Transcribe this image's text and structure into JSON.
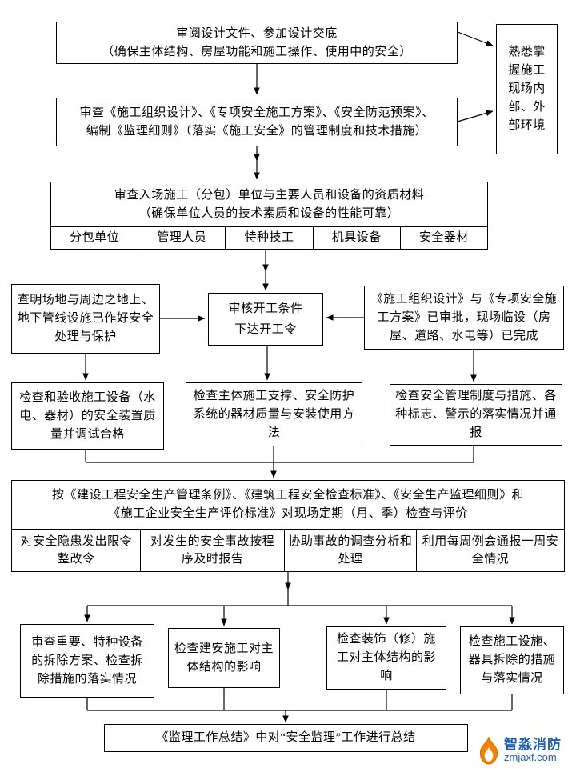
{
  "colors": {
    "line": "#000000",
    "brand_blue": "#1b5fb5",
    "brand_orange": "#f08300"
  },
  "nodes": {
    "review_design": {
      "line1": "审阅设计文件、参加设计交底",
      "line2": "（确保主体结构、房屋功能和施工操作、使用中的安全）"
    },
    "familiarize": {
      "text": "熟悉掌握施工现场内部、外部环境"
    },
    "review_plans": {
      "line1": "审查《施工组织设计》、《专项安全施工方案》、《安全防范预案》、",
      "line2": "编制《监理细则》（落实《施工安全》的管理制度和技术措施）"
    },
    "review_qualifications": {
      "line1": "审查入场施工（分包）单位与主要人员和设备的资质材料",
      "line2": "（确保单位人员的技术素质和设备的性能可靠）",
      "cells": [
        "分包单位",
        "管理人员",
        "特种技工",
        "机具设备",
        "安全器材"
      ]
    },
    "verify_site": {
      "text": "查明场地与周边之地上、地下管线设施已作好安全处理与保护"
    },
    "approve_start": {
      "line1": "审核开工条件",
      "line2": "下达开工令"
    },
    "plans_approved": {
      "text": "《施工组织设计》与《专项安全施工方案》已审批，现场临设（房屋、道路、水电等）已完成"
    },
    "check_equipment": {
      "text": "检查和验收施工设备（水电、器材）的安全装置质量并调试合格"
    },
    "check_support": {
      "text": "检查主体施工支撑、安全防护系统的器材质量与安装使用方法"
    },
    "check_management": {
      "text": "检查安全管理制度与措施、各种标志、警示的落实情况并通报"
    },
    "periodic_inspection": {
      "line1": "按《建设工程安全生产管理条例》、《建筑工程安全检查标准》、《安全生产监理细则》和",
      "line2": "《施工企业安全生产评价标准》对现场定期（月、季）检查与评价",
      "cells": [
        "对安全隐患发出限令整改令",
        "对发生的安全事故按程序及时报告",
        "协助事故的调查分析和处理",
        "利用每周例会通报一周安全情况"
      ]
    },
    "review_demolition": {
      "text": "审查重要、特种设备的拆除方案、检查拆除措施的落实情况"
    },
    "check_construction_impact": {
      "text": "检查建安施工对主体结构的影响"
    },
    "check_decoration_impact": {
      "text": "检查装饰（修）施工对主体结构的影响"
    },
    "check_facility_removal": {
      "text": "检查施工设施、器具拆除的措施与落实情况"
    },
    "summary": {
      "text": "《监理工作总结》中对“安全监理”工作进行总结"
    }
  },
  "watermark": {
    "brand": "智淼消防",
    "domain": "zmjaxf.com"
  }
}
